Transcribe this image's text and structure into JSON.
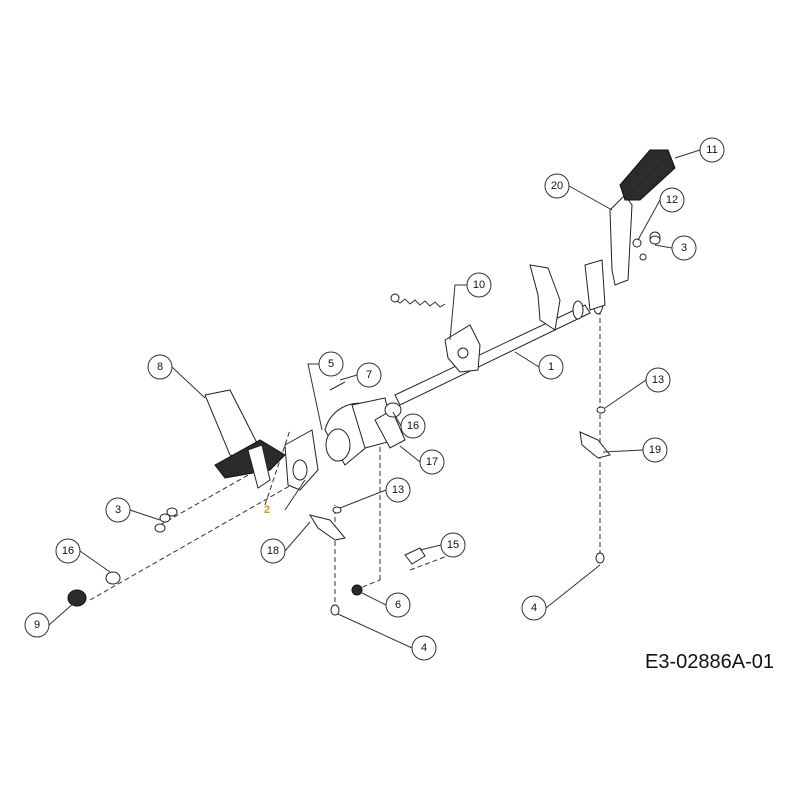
{
  "drawing_id": "E3-02886A-01",
  "callouts": [
    {
      "label": "1",
      "highlight": false
    },
    {
      "label": "2",
      "highlight": true
    },
    {
      "label": "3",
      "highlight": false
    },
    {
      "label": "3",
      "highlight": false
    },
    {
      "label": "4",
      "highlight": false
    },
    {
      "label": "4",
      "highlight": false
    },
    {
      "label": "5",
      "highlight": false
    },
    {
      "label": "6",
      "highlight": false
    },
    {
      "label": "7",
      "highlight": false
    },
    {
      "label": "8",
      "highlight": false
    },
    {
      "label": "9",
      "highlight": false
    },
    {
      "label": "10",
      "highlight": false
    },
    {
      "label": "11",
      "highlight": false
    },
    {
      "label": "12",
      "highlight": false
    },
    {
      "label": "13",
      "highlight": false
    },
    {
      "label": "13",
      "highlight": false
    },
    {
      "label": "15",
      "highlight": false
    },
    {
      "label": "16",
      "highlight": false
    },
    {
      "label": "16",
      "highlight": false
    },
    {
      "label": "17",
      "highlight": false
    },
    {
      "label": "18",
      "highlight": false
    },
    {
      "label": "19",
      "highlight": false
    },
    {
      "label": "20",
      "highlight": false
    }
  ]
}
